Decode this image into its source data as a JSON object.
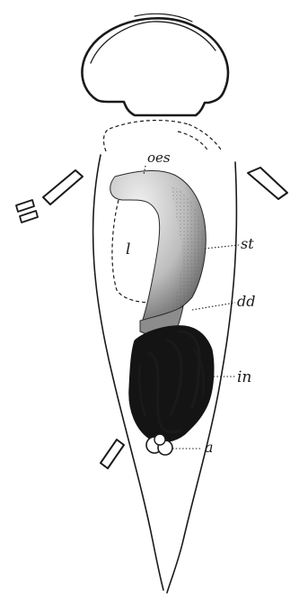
{
  "labels": {
    "oes": "oes",
    "l": "l",
    "st": "st",
    "dd": "dd",
    "in": "in",
    "a": "a"
  },
  "colors": {
    "ink": "#1a1a1a",
    "paper": "#ffffff",
    "stipple": "#9a9a9a"
  }
}
